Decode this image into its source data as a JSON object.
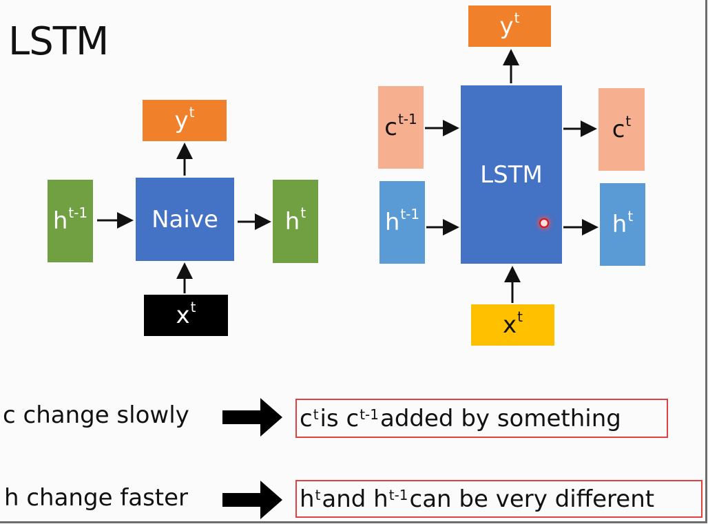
{
  "title": "LSTM",
  "naive": {
    "y": {
      "base": "y",
      "sup": "t"
    },
    "h_prev": {
      "base": "h",
      "sup": "t-1"
    },
    "cell": "Naive",
    "h_next": {
      "base": "h",
      "sup": "t"
    },
    "x": {
      "base": "x",
      "sup": "t"
    }
  },
  "lstm": {
    "y": {
      "base": "y",
      "sup": "t"
    },
    "c_prev": {
      "base": "c",
      "sup": "t-1"
    },
    "h_prev": {
      "base": "h",
      "sup": "t-1"
    },
    "cell": "LSTM",
    "c_next": {
      "base": "c",
      "sup": "t"
    },
    "h_next": {
      "base": "h",
      "sup": "t"
    },
    "x": {
      "base": "x",
      "sup": "t"
    }
  },
  "notes": [
    {
      "left": "c change slowly",
      "right": {
        "p1": "c",
        "s1": "t",
        "p2": " is c",
        "s2": "t-1",
        "p3": " added by something"
      }
    },
    {
      "left": "h change faster",
      "right": {
        "p1": "h",
        "s1": "t",
        "p2": " and h",
        "s2": "t-1",
        "p3": " can be very different"
      }
    }
  ],
  "colors": {
    "orange": "#f0802a",
    "green": "#71a043",
    "blue": "#4472c4",
    "light_blue": "#5b9bd5",
    "peach": "#f7b08f",
    "black": "#000000",
    "yellow": "#ffc000",
    "red_outline": "#e04040"
  }
}
